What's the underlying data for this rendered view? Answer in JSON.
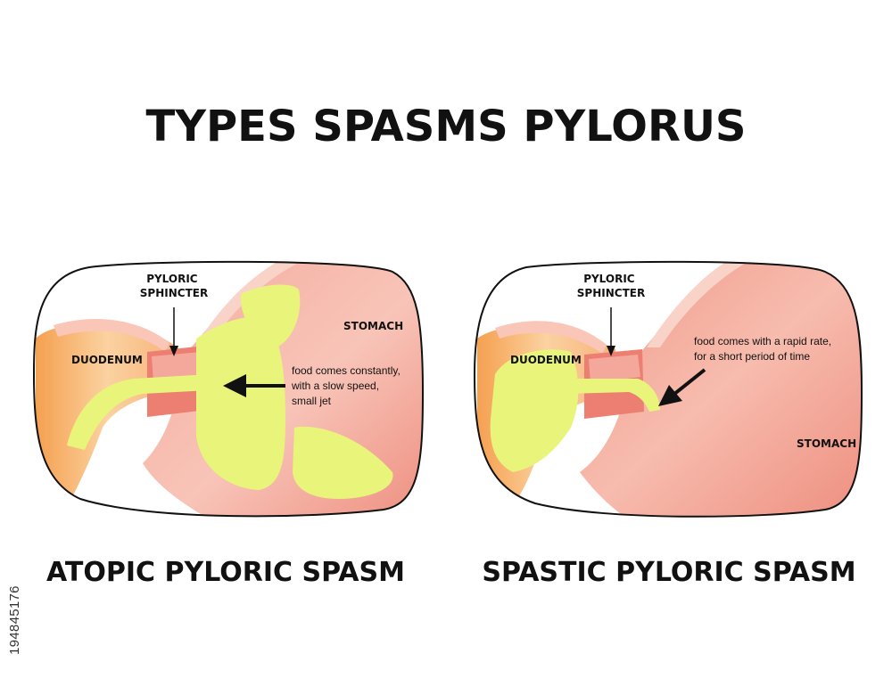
{
  "title": "TYPES SPASMS PYLORUS",
  "colors": {
    "stomach_light": "#f8c9be",
    "stomach_mid": "#f2a08f",
    "stomach_deep": "#ee8a7a",
    "duodenum_light": "#fce0b8",
    "duodenum_deep": "#f5a95c",
    "food": "#e8f57a",
    "outline": "#111111"
  },
  "panels": [
    {
      "caption": "ATOPIC PYLORIC SPASM",
      "sphincter_label": [
        "PYLORIC",
        "SPHINCTER"
      ],
      "duodenum_label": "DUODENUM",
      "stomach_label": "STOMACH",
      "note": [
        "food comes constantly,",
        "with a slow speed,",
        "small jet"
      ]
    },
    {
      "caption": "SPASTIC PYLORIC SPASM",
      "sphincter_label": [
        "PYLORIC",
        "SPHINCTER"
      ],
      "duodenum_label": "DUODENUM",
      "stomach_label": "STOMACH",
      "note": [
        "food comes with a rapid rate,",
        "for a short period of time"
      ]
    }
  ],
  "stock_id": "194845176"
}
